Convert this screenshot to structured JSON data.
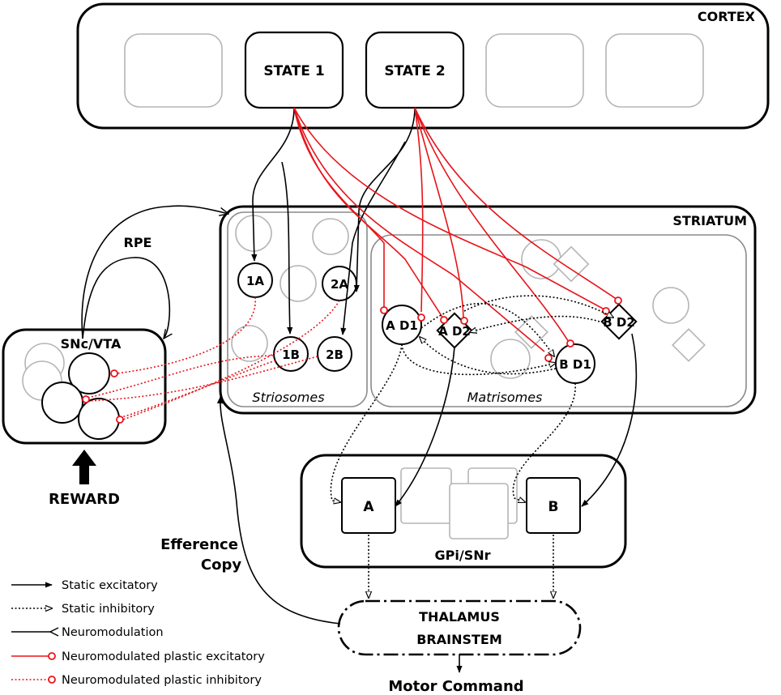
{
  "regions": {
    "cortex": "CORTEX",
    "striatum": "STRIATUM",
    "snc_vta": "SNc/VTA",
    "gpi_snr": "GPi/SNr",
    "thalamus_line1": "THALAMUS",
    "thalamus_line2": "BRAINSTEM",
    "striosomes": "Striosomes",
    "matrisomes": "Matrisomes"
  },
  "nodes": {
    "state1": "STATE 1",
    "state2": "STATE 2",
    "n1a": "1A",
    "n2a": "2A",
    "n1b": "1B",
    "n2b": "2B",
    "ad1": "A D1",
    "ad2": "A D2",
    "bd1": "B D1",
    "bd2": "B D2",
    "gpa": "A",
    "gpb": "B"
  },
  "annotations": {
    "rpe": "RPE",
    "reward": "REWARD",
    "efference_line1": "Efference",
    "efference_line2": "Copy",
    "motor_command": "Motor Command"
  },
  "legend": [
    {
      "label": "Static excitatory",
      "style": "excitatory"
    },
    {
      "label": "Static inhibitory",
      "style": "inhibitory"
    },
    {
      "label": "Neuromodulation",
      "style": "neuromodulation"
    },
    {
      "label": "Neuromodulated plastic excitatory",
      "style": "plastic-excitatory"
    },
    {
      "label": "Neuromodulated plastic inhibitory",
      "style": "plastic-inhibitory"
    }
  ],
  "colors": {
    "plastic": "#e8141a",
    "static": "#000000",
    "inactive": "#b5b5b5"
  }
}
